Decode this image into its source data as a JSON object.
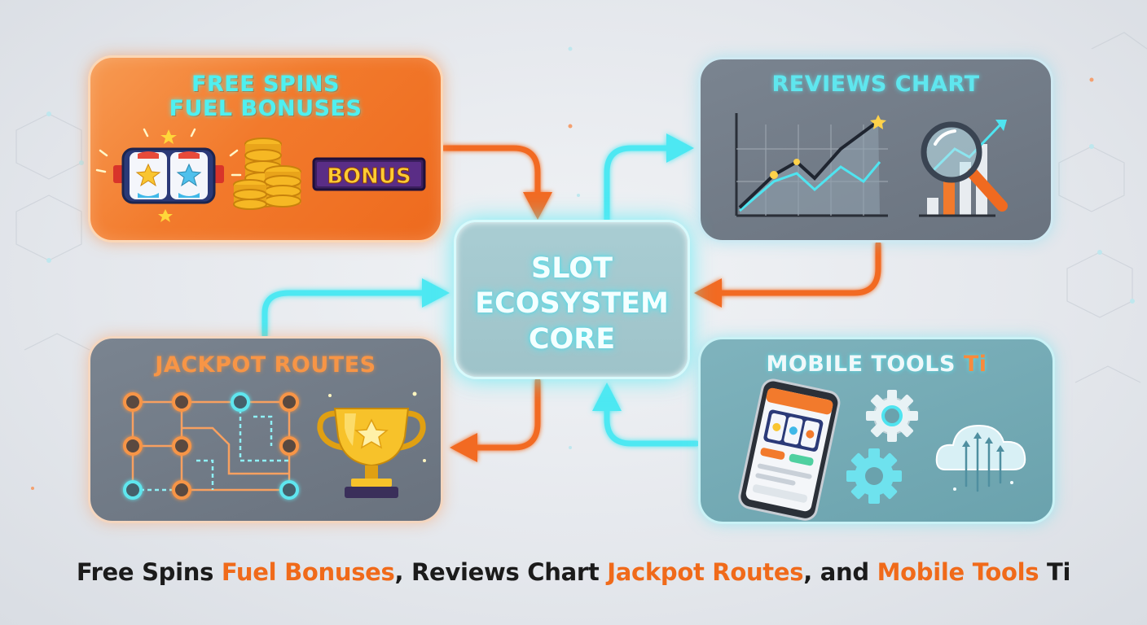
{
  "panels": {
    "free_spins": {
      "title_line1": "FREE SPINS",
      "title_line2": "FUEL BONUSES",
      "badge": "BONUS"
    },
    "reviews": {
      "title": "REVIEWS CHART"
    },
    "jackpot": {
      "title": "JACKPOT ROUTES"
    },
    "mobile": {
      "title_main": "MOBILE TOOLS ",
      "title_accent": "Ti"
    },
    "core": {
      "line1": "SLOT",
      "line2": "ECOSYSTEM",
      "line3": "CORE"
    }
  },
  "caption": {
    "part1": "Free Spins ",
    "part2": "Fuel Bonuses",
    "part3": ", Reviews Chart ",
    "part4": "Jackpot Routes",
    "part5": ", and ",
    "part6": "Mobile Tools",
    "part7": " Ti"
  },
  "colors": {
    "orange": "#f27a2c",
    "cyan": "#4ee6f0",
    "slate": "#6f7884",
    "teal": "#73aab4"
  },
  "icons": [
    "slot-reel-icon",
    "coin-stack-icon",
    "line-chart-icon",
    "magnifier-icon",
    "route-network-icon",
    "trophy-icon",
    "smartphone-icon",
    "gear-icon",
    "cloud-upload-icon"
  ]
}
